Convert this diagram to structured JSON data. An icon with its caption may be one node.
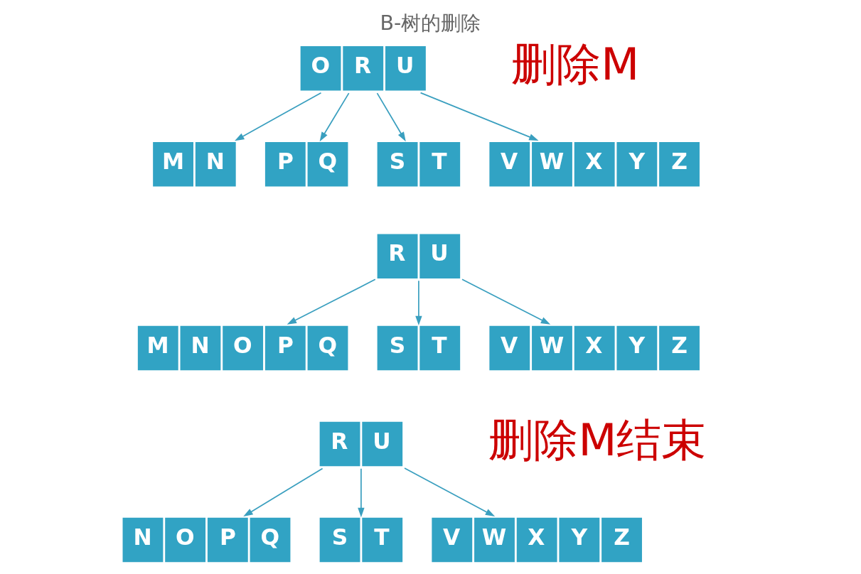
{
  "diagram": {
    "title": "B-树的删除",
    "nodes": [
      {
        "text": [
          "O",
          "R",
          "U"
        ]
      },
      {
        "text": [
          "M",
          "N"
        ]
      },
      {
        "text": [
          "P",
          "Q"
        ]
      },
      {
        "text": [
          "S",
          "T"
        ]
      },
      {
        "text": [
          "V",
          "W",
          "X",
          "Y",
          "Z"
        ]
      },
      {
        "text": [
          "R",
          "U"
        ]
      },
      {
        "text": [
          "M",
          "N",
          "O",
          "P",
          "Q"
        ]
      },
      {
        "text": [
          "S",
          "T"
        ]
      },
      {
        "text": [
          "V",
          "W",
          "X",
          "Y",
          "Z"
        ]
      },
      {
        "text": [
          "R",
          "U"
        ]
      },
      {
        "text": [
          "N",
          "O",
          "P",
          "Q"
        ]
      },
      {
        "text": [
          "S",
          "T"
        ]
      },
      {
        "text": [
          "V",
          "W",
          "X",
          "Y",
          "Z"
        ]
      }
    ],
    "edges": [
      {
        "from": 0,
        "to": 1,
        "arrow": "to"
      },
      {
        "from": 0,
        "to": 2,
        "arrow": "to"
      },
      {
        "from": 0,
        "to": 3,
        "arrow": "to"
      },
      {
        "from": 0,
        "to": 4,
        "arrow": "to"
      },
      {
        "from": 5,
        "to": 6,
        "arrow": "to"
      },
      {
        "from": 5,
        "to": 7,
        "arrow": "to"
      },
      {
        "from": 5,
        "to": 8,
        "arrow": "to"
      },
      {
        "from": 9,
        "to": 10,
        "arrow": "to"
      },
      {
        "from": 9,
        "to": 11,
        "arrow": "to"
      },
      {
        "from": 9,
        "to": 12,
        "arrow": "to"
      }
    ],
    "labels": [
      "删除M",
      "删除M结束"
    ]
  }
}
